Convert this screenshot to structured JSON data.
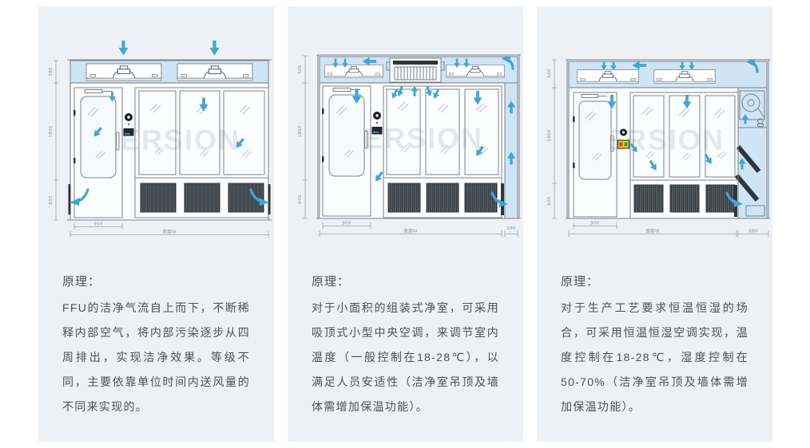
{
  "brand_watermark": "DERSION",
  "colors": {
    "card_bg": "#edf1f6",
    "plenum_blue": "#cfe4f4",
    "airflow_arrow": "#3fa7d6",
    "structure_line": "#78828b",
    "grille_dark": "#2f353b",
    "watermark_gray": "#e4e8ed",
    "text_gray": "#4b5158",
    "warning_yellow": "#f3d216",
    "indicator_red": "#c2473a",
    "indicator_green": "#2f9e44",
    "display_blue": "#2aa8d8"
  },
  "cards": [
    {
      "id": "ffu-airflow",
      "principle_label": "原理：",
      "principle_text": "FFU的洁净气流自上而下，不断稀释内部空气，将内部污染逐步从四周排出，实现洁净效果。等级不同，主要依靠单位时间内送风量的不同来实现的。",
      "dims": {
        "side_top": "380",
        "side_mid": "1800",
        "side_bottom": "600",
        "door_width": "900",
        "total_width": "宽度W"
      }
    },
    {
      "id": "ceiling-ac",
      "principle_label": "原理：",
      "principle_text": "对于小面积的组装式净室，可采用吸顶式小型中央空调，来调节室内温度（一般控制在18-28℃），以满足人员安适性（洁净室吊顶及墙体需增加保温功能）。",
      "dims": {
        "side_top": "500",
        "side_mid": "1800",
        "side_bottom": "600",
        "door_width": "900",
        "total_width": "宽度W",
        "right_width": "380"
      }
    },
    {
      "id": "constant-temp-humidity",
      "principle_label": "原理：",
      "principle_text": "对于生产工艺要求恒温恒湿的场合，可采用恒温恒湿空调实现，温度控制在18-28℃，湿度控制在50-70%（洁净室吊顶及墙体需增加保温功能）。",
      "dims": {
        "side_top": "500",
        "side_mid": "1800",
        "side_bottom": "600",
        "door_width": "900",
        "total_width": "宽度W",
        "right_width": "680"
      }
    }
  ]
}
